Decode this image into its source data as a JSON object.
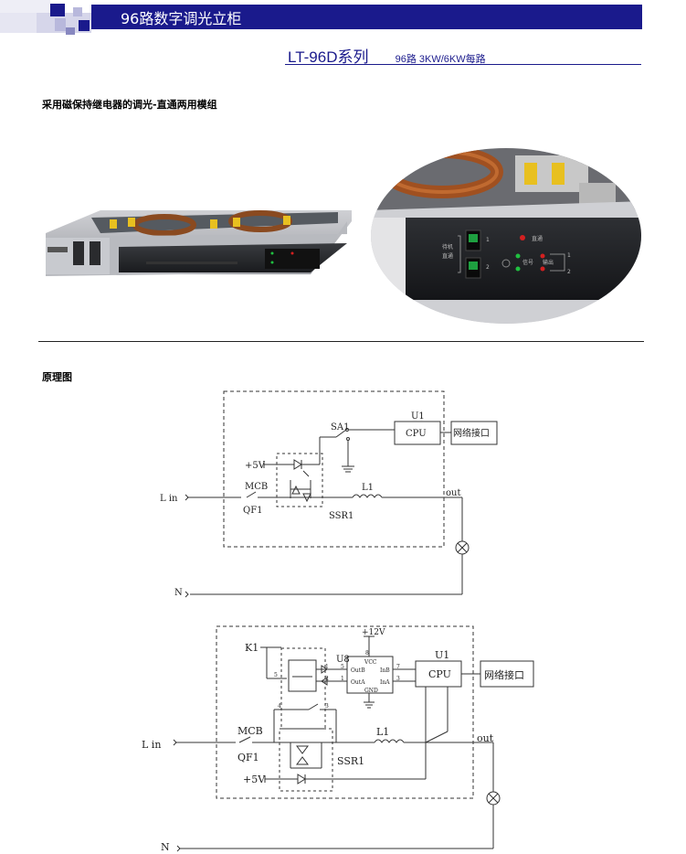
{
  "header": {
    "title": "96路数字调光立柜"
  },
  "subtitle": {
    "model": "LT-96D系列",
    "spec": "96路 3KW/6KW每路"
  },
  "section1": {
    "heading": "采用磁保持继电器的调光-直通两用模组"
  },
  "photo_right": {
    "label_standby": "待机",
    "label_bypass": "直通",
    "label_signal": "信号",
    "label_output": "输出",
    "num_1": "1",
    "num_2": "2"
  },
  "section2": {
    "heading": "原理图"
  },
  "diagram1": {
    "u1": "U1",
    "cpu": "CPU",
    "network": "网络接口",
    "sa1": "SA1",
    "plus5v": "+5V",
    "mcb": "MCB",
    "qf1": "QF1",
    "l_in": "L in",
    "l1": "L1",
    "ssr1": "SSR1",
    "out": "out",
    "n": "N"
  },
  "diagram2": {
    "plus12v": "+12V",
    "k1": "K1",
    "u8": "U8",
    "u1": "U1",
    "cpu": "CPU",
    "network": "网络接口",
    "vcc": "VCC",
    "outb": "OutB",
    "outa": "OutA",
    "inb": "InB",
    "ina": "InA",
    "gnd": "GND",
    "pin8": "8",
    "pin5": "5",
    "pin1": "1",
    "pin2": "2",
    "pin7": "7",
    "pin3": "3",
    "pin4": "4",
    "k_pin5": "5",
    "k_pin1": "1",
    "k_pin2": "2",
    "k_pin4": "4",
    "k_pin3": "3",
    "mcb": "MCB",
    "qf1": "QF1",
    "l_in": "L in",
    "l1": "L1",
    "ssr1": "SSR1",
    "plus5v": "+5V",
    "out": "out",
    "n": "N"
  },
  "colors": {
    "brand_blue": "#1a1a8c",
    "light_blue": "#b8b8dc",
    "indicator_red": "#d42020",
    "indicator_green": "#20c040"
  }
}
